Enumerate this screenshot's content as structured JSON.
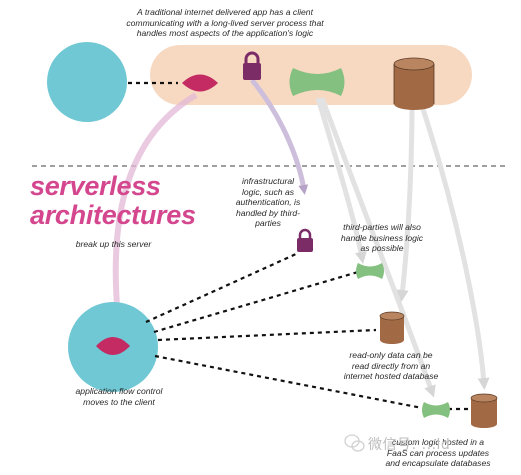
{
  "diagram": {
    "top_note": "A traditional internet delivered app has a client\ncommunicating with a long-lived server process that\nhandles most aspects of the application's logic",
    "title_line1": "serverless",
    "title_line2": "architectures",
    "break_note": "break up this server",
    "auth_note": "infrastructural\nlogic, such as\nauthentication, is\nhandled by third-\nparties",
    "business_note": "third-parties will also\nhandle business logic\nas possible",
    "flow_note": "application flow control\nmoves to the client",
    "db_note": "read-only data can be\nread directly from an\ninternet hosted database",
    "faas_note": "custom logic hosted in a\nFaaS can process updates\nand encapsulate databases",
    "watermark": "微信号: ...ld",
    "colors": {
      "client": "#6fc8d4",
      "server_band": "#f7d9c2",
      "flow_diamond": "#c32b62",
      "auth_lock": "#7b2c67",
      "logic_bowtie": "#84c07f",
      "database": "#a16a45",
      "title": "#d4478f"
    }
  }
}
